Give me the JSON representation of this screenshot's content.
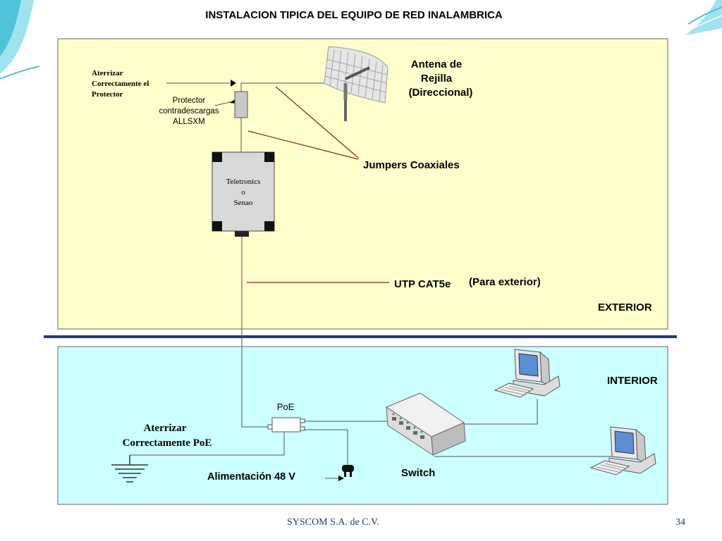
{
  "title": "INSTALACION TIPICA DEL EQUIPO DE RED INALAMBRICA",
  "zones": {
    "exterior": "EXTERIOR",
    "interior": "INTERIOR"
  },
  "labels": {
    "ground_protector": [
      "Aterrizar",
      "Correctamente el",
      "Protector"
    ],
    "protector": [
      "Protector",
      "contradescargas",
      "ALLSXM"
    ],
    "antenna": [
      "Antena de",
      "Rejilla",
      "(Direccional)"
    ],
    "jumpers": "Jumpers Coaxiales",
    "radio": [
      "Teletronics",
      "o",
      "Senao"
    ],
    "utp": "UTP CAT5e",
    "utp_note": "(Para exterior)",
    "poe": "PoE",
    "ground_poe": [
      "Aterrizar",
      "Correctamente PoE"
    ],
    "power": "Alimentación 48 V",
    "switch": "Switch"
  },
  "footer": {
    "company": "SYSCOM S.A. de C.V.",
    "page": "34"
  },
  "colors": {
    "exterior_bg": "#ffffcc",
    "interior_bg": "#ccffff",
    "divider": "#1f3a8a",
    "pointer_lines": "#8b1a1a",
    "accent_teal": "#4fc3d9"
  },
  "icons": [
    "grid-antenna-icon",
    "surge-protector-icon",
    "radio-unit-icon",
    "poe-injector-icon",
    "ground-symbol-icon",
    "power-plug-icon",
    "network-switch-icon",
    "desktop-computer-icon"
  ]
}
